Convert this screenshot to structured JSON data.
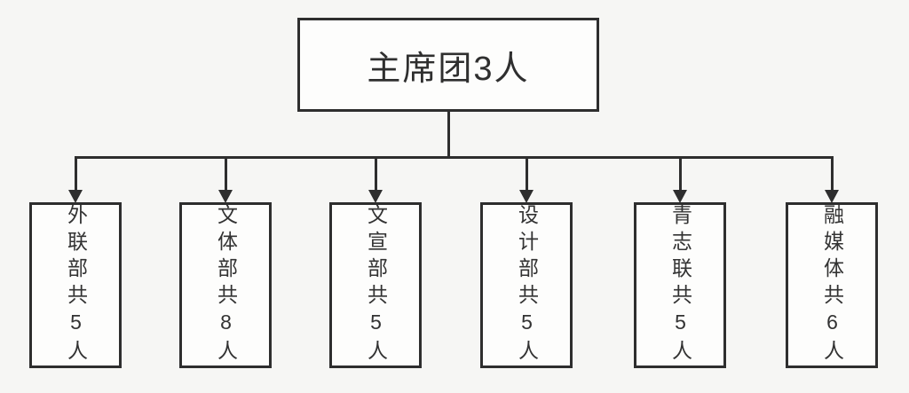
{
  "diagram": {
    "type": "org-chart",
    "root": {
      "label": "主席团3人"
    },
    "departments": [
      {
        "label": "外联部共5人"
      },
      {
        "label": "文体部共8人"
      },
      {
        "label": "文宣部共5人"
      },
      {
        "label": "设计部共5人"
      },
      {
        "label": "青志联共5人"
      },
      {
        "label": "融媒体共6人"
      }
    ],
    "colors": {
      "line": "#2e2e2e",
      "box_border": "#2e2e2e",
      "text": "#2f2f2f",
      "background": "#f6f6f4",
      "box_fill": "#fdfdfc"
    }
  }
}
